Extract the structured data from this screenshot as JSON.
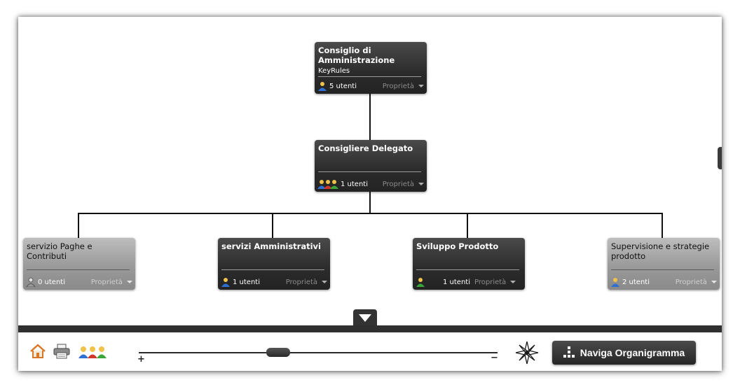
{
  "org_nodes": {
    "board": {
      "title": "Consiglio di Amministrazione",
      "subtitle": "KeyRules",
      "users_label": "5 utenti",
      "properties_label": "Proprietà"
    },
    "ceo": {
      "title": "Consigliere Delegato",
      "users_label": "1 utenti",
      "properties_label": "Proprietà"
    },
    "payroll": {
      "title": "servizio Paghe e Contributi",
      "users_label": "0 utenti",
      "properties_label": "Proprietà"
    },
    "admin": {
      "title": "servizi Amministrativi",
      "users_label": "1 utenti",
      "properties_label": "Proprietà"
    },
    "product": {
      "title": "Sviluppo Prodotto",
      "users_label": "1 utenti",
      "properties_label": "Proprietà"
    },
    "supervision": {
      "title": "Supervisione e strategie prodotto",
      "users_label": "2 utenti",
      "properties_label": "Proprietà"
    }
  },
  "toolbar": {
    "icons": [
      "home-icon",
      "print-icon",
      "users-group-icon",
      "compass-icon"
    ],
    "zoom_plus": "+",
    "zoom_minus": "−",
    "zoom_level": 0.38,
    "navigate_label": "Naviga Organigramma"
  },
  "colors": {
    "node_dark": "#2b2b2b",
    "node_light": "#9a9a9a",
    "bar": "#2f2f2f",
    "accent_orange": "#e8892a"
  }
}
